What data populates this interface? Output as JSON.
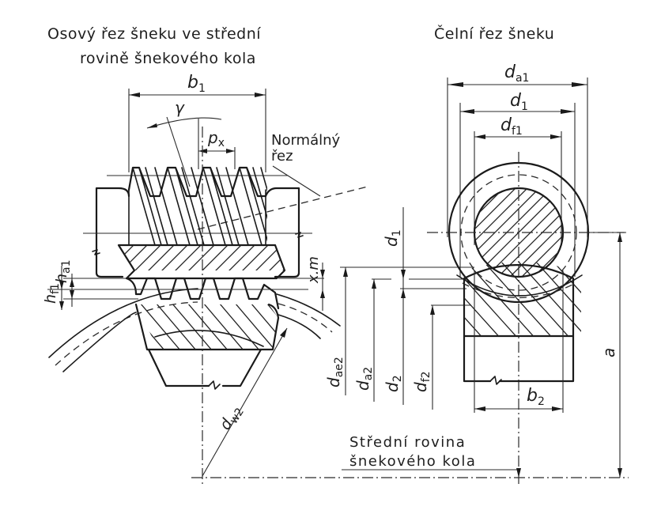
{
  "views": {
    "axial": {
      "title_line1": "Osový řez šneku ve střední",
      "title_line2": "rovině šnekového kola"
    },
    "transverse": {
      "title": "Čelní řez šneku"
    }
  },
  "annotations": {
    "normal_section_line1": "Normálný",
    "normal_section_line2": "řez",
    "middle_plane_line1": "Střední rovina",
    "middle_plane_line2": "šnekového kola"
  },
  "symbols": {
    "b1": {
      "base": "b",
      "sub": "1"
    },
    "gamma": {
      "base": "γ",
      "sub": ""
    },
    "px": {
      "base": "p",
      "sub": "x"
    },
    "hf1": {
      "base": "h",
      "sub": "f1"
    },
    "ha1": {
      "base": "h",
      "sub": "a1"
    },
    "xm": {
      "base": "x.m",
      "sub": ""
    },
    "dw2": {
      "base": "d",
      "sub": "w2"
    },
    "da1": {
      "base": "d",
      "sub": "a1"
    },
    "d1_top": {
      "base": "d",
      "sub": "1"
    },
    "df1": {
      "base": "d",
      "sub": "f1"
    },
    "d1_side": {
      "base": "d",
      "sub": "1"
    },
    "dae2": {
      "base": "d",
      "sub": "ae2"
    },
    "da2": {
      "base": "d",
      "sub": "a2"
    },
    "d2": {
      "base": "d",
      "sub": "2"
    },
    "df2": {
      "base": "d",
      "sub": "f2"
    },
    "b2": {
      "base": "b",
      "sub": "2"
    },
    "a": {
      "base": "a",
      "sub": ""
    }
  },
  "colors": {
    "ink": "#1a1a1a",
    "paper": "#ffffff"
  }
}
